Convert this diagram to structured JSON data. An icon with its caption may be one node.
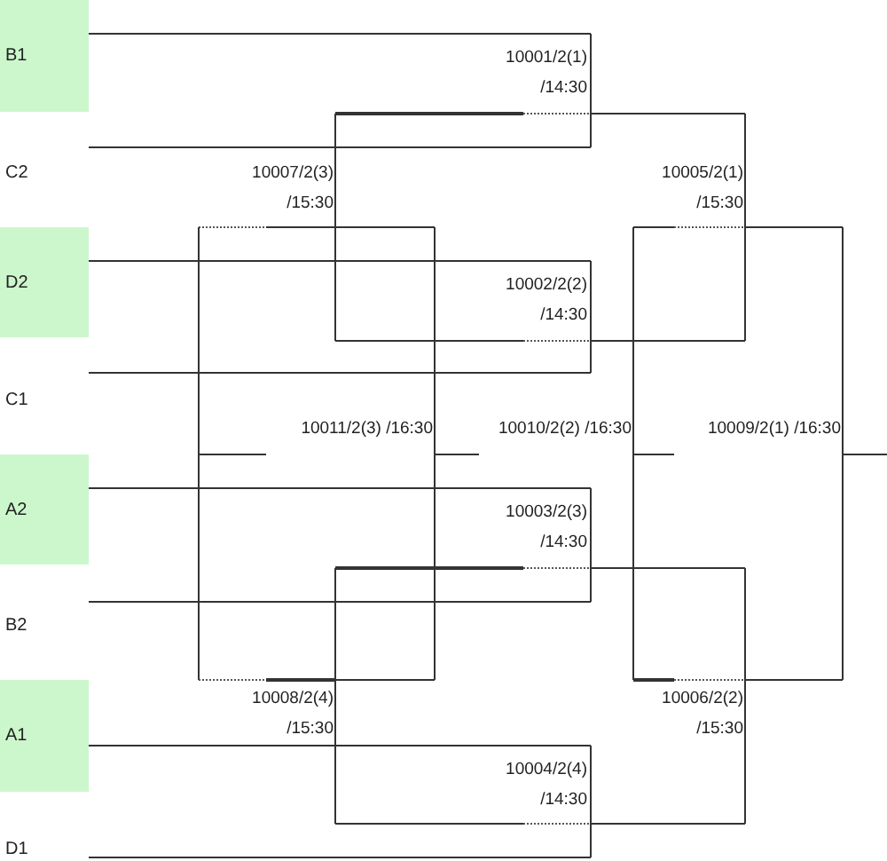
{
  "diagram": {
    "nodes": [
      {
        "text": [
          "B1"
        ]
      },
      {
        "text": [
          "C2"
        ]
      },
      {
        "text": [
          "D2"
        ]
      },
      {
        "text": [
          "C1"
        ]
      },
      {
        "text": [
          "A2"
        ]
      },
      {
        "text": [
          "B2"
        ]
      },
      {
        "text": [
          "A1"
        ]
      },
      {
        "text": [
          "D1"
        ]
      }
    ],
    "labels": [
      "10001/2(1) /14:30",
      "10007/2(3) /15:30",
      "10005/2(1) /15:30",
      "10002/2(2) /14:30",
      "10011/2(3) /16:30",
      "10010/2(2) /16:30",
      "10009/2(1) /16:30",
      "10003/2(3) /14:30",
      "10008/2(4) /15:30",
      "10006/2(2) /15:30",
      "10004/2(4) /14:30"
    ]
  }
}
